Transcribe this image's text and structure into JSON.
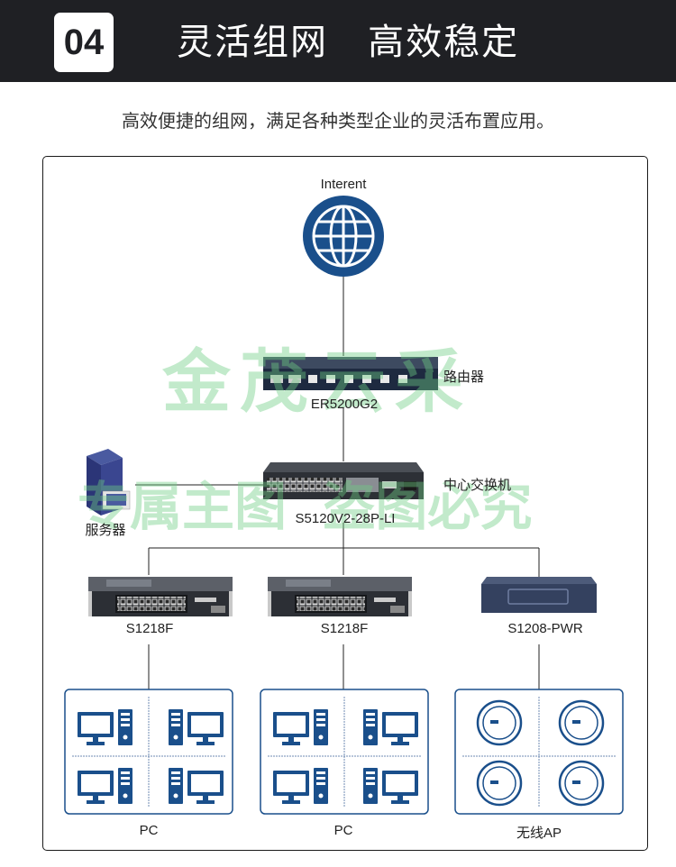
{
  "header": {
    "number": "04",
    "title": "灵活组网   高效稳定"
  },
  "subtitle": "高效便捷的组网，满足各种类型企业的灵活布置应用。",
  "watermark": {
    "line1": "金茂云采",
    "line2": "专属主图  盗图必究"
  },
  "diagram": {
    "internet_label": "Interent",
    "router": {
      "label": "路由器",
      "model": "ER5200G2"
    },
    "core_switch": {
      "label": "中心交换机",
      "model": "S5120V2-28P-LI"
    },
    "server_label": "服务器",
    "access_switches": [
      {
        "model": "S1218F"
      },
      {
        "model": "S1218F"
      },
      {
        "model": "S1208-PWR"
      }
    ],
    "groups": [
      {
        "label": "PC"
      },
      {
        "label": "PC"
      },
      {
        "label": "无线AP"
      }
    ]
  },
  "colors": {
    "header_bg": "#1f2024",
    "accent_blue": "#1a4f8b",
    "device_dark": "#2f3238",
    "watermark_green": "#6ecd82"
  }
}
